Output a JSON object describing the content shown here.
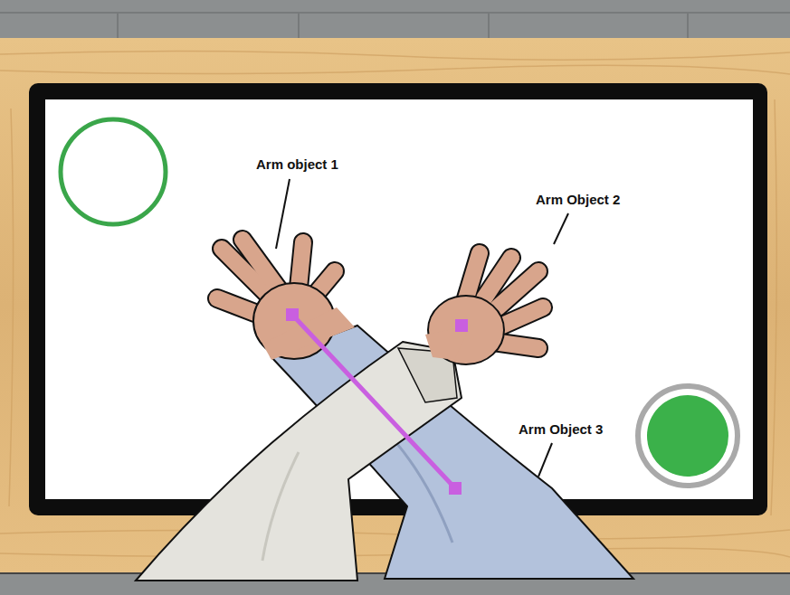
{
  "diagram": {
    "labels": [
      "Arm object 1",
      "Arm Object 2",
      "Arm Object 3"
    ]
  }
}
